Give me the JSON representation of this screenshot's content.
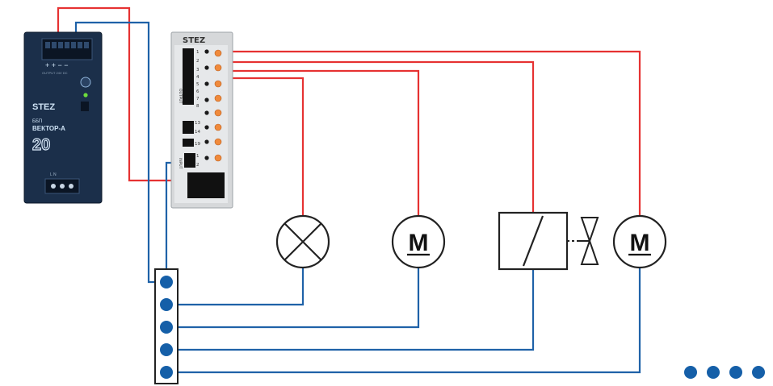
{
  "colors": {
    "red_wire": "#e63232",
    "blue_wire": "#1f62a8",
    "psu_body": "#1b2f4a",
    "module_body": "#d6d8da",
    "terminal_dot": "#155fa8",
    "orange_pot": "#f08a3c"
  },
  "power_supply": {
    "brand": "STEZ",
    "model_prefix": "ББП",
    "model_name": "ВЕКТОР-А",
    "model_number": "20",
    "terminal_marks": "+ + − −"
  },
  "module": {
    "brand": "STEZ",
    "row_labels": [
      "1",
      "2",
      "3",
      "4",
      "5",
      "6",
      "7",
      "8",
      "13",
      "14",
      "19",
      "1",
      "2"
    ]
  },
  "loads": {
    "lamp": "lamp-symbol",
    "motor_1_label": "M",
    "valve": "valve-symbol",
    "motor_2_label": "M"
  },
  "terminal_block": {
    "terminal_count": 5
  },
  "pagination": {
    "dot_count": 4,
    "active_index": 0
  }
}
